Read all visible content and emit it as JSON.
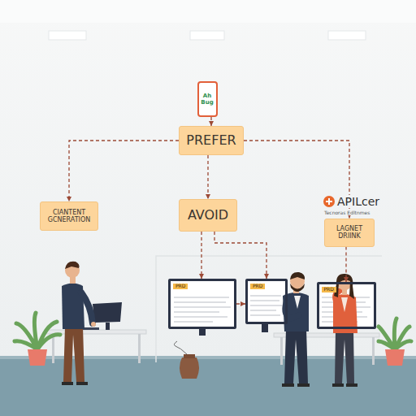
{
  "diagram": {
    "nodes": [
      {
        "text": [
          "Ah Bug"
        ]
      },
      {
        "text": [
          "PREFER"
        ]
      },
      {
        "text": [
          "CIANTENT GCNERATION"
        ]
      },
      {
        "text": [
          "AVOID"
        ]
      },
      {
        "text": [
          "LAGNET DRIINK"
        ]
      },
      {
        "text": [
          "PRD"
        ]
      },
      {
        "text": [
          "PRD"
        ]
      },
      {
        "text": [
          "PRD"
        ]
      }
    ],
    "edges": [
      {
        "from": 0,
        "to": 1,
        "arrow": "to"
      },
      {
        "from": 1,
        "to": 2,
        "arrow": "to"
      },
      {
        "from": 1,
        "to": 3,
        "arrow": "to"
      },
      {
        "from": 1,
        "to": 4,
        "arrow": "to"
      },
      {
        "from": 3,
        "to": 5,
        "arrow": "to"
      },
      {
        "from": 3,
        "to": 6,
        "arrow": "to"
      },
      {
        "from": 4,
        "to": 7,
        "arrow": "to"
      },
      {
        "from": 5,
        "to": 6,
        "arrow": "to"
      }
    ],
    "labels": [
      "APILcer",
      "Tecnoras Edltnmes"
    ]
  }
}
